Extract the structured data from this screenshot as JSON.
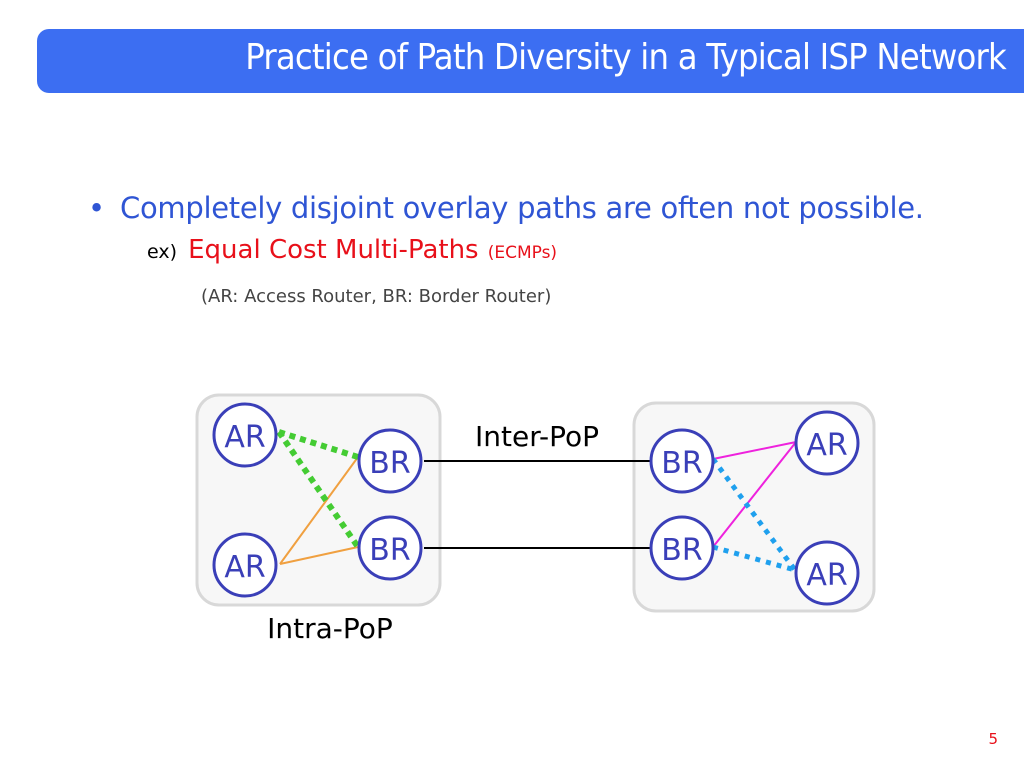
{
  "slide": {
    "title": "Practice of Path Diversity in a Typical ISP Network",
    "bullet_marker": "•",
    "bullet_text": "Completely disjoint overlay paths are often not possible.",
    "example_prefix": "ex)",
    "example_main": "Equal Cost Multi-Paths",
    "example_abbr": "(ECMPs)",
    "legend": "(AR: Access Router, BR: Border Router)",
    "page_number": "5"
  },
  "diagram": {
    "inter_pop_label": "Inter-PoP",
    "intra_pop_label": "Intra-PoP",
    "nodes": {
      "left_ar_top": "AR",
      "left_ar_bottom": "AR",
      "left_br_top": "BR",
      "left_br_bottom": "BR",
      "right_br_top": "BR",
      "right_br_bottom": "BR",
      "right_ar_top": "AR",
      "right_ar_bottom": "AR"
    }
  },
  "colors": {
    "title_bar": "#3c6ef2",
    "bullet_text": "#2f55d4",
    "highlight_red": "#e8101a",
    "node_border": "#3a3fb8",
    "pop_box_border": "#d8d8d8",
    "green_dotted": "#44cc33",
    "orange_line": "#f0a040",
    "magenta_line": "#ee22dd",
    "blue_dotted": "#1fa0ee",
    "link_black": "#000000"
  }
}
